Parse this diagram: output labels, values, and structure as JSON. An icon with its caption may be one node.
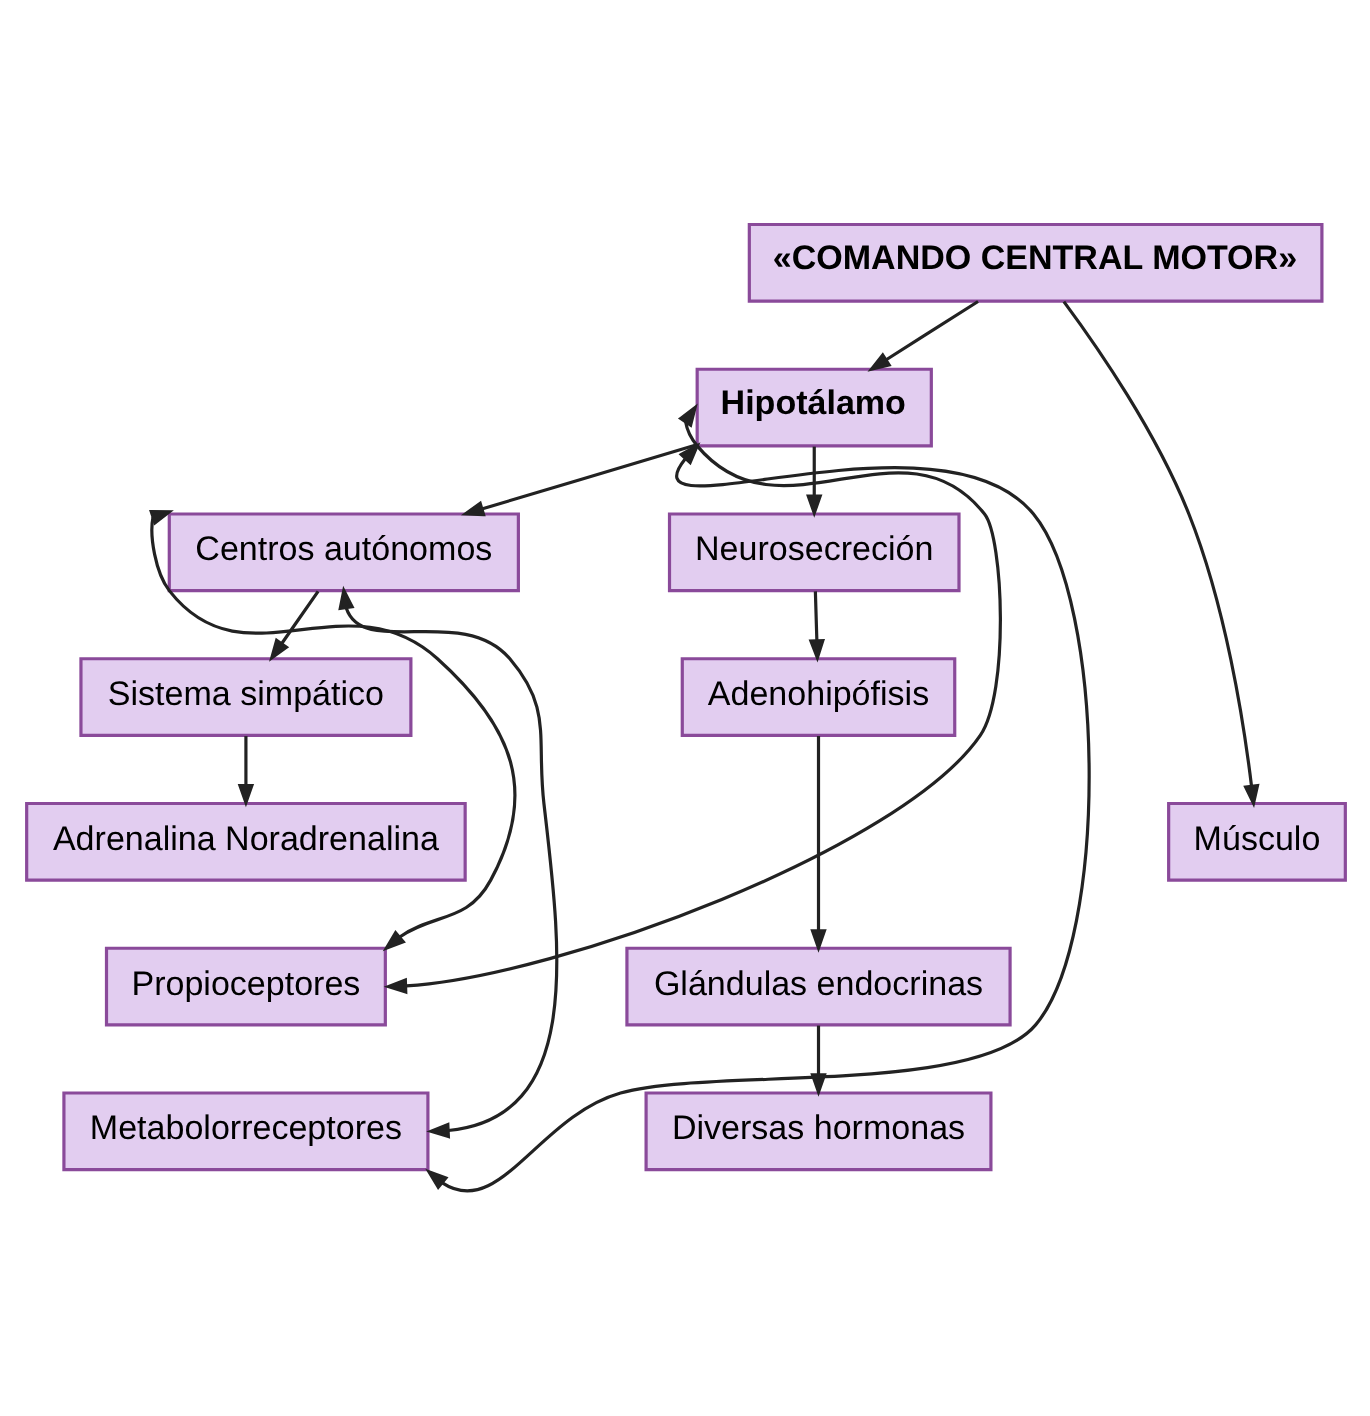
{
  "diagram": {
    "nodes": [
      {
        "text": [
          "«COMANDO CENTRAL MOTOR»"
        ]
      },
      {
        "text": [
          "Hipotálamo"
        ]
      },
      {
        "text": [
          "Centros autónomos"
        ]
      },
      {
        "text": [
          "Neurosecreción"
        ]
      },
      {
        "text": [
          "Sistema simpático"
        ]
      },
      {
        "text": [
          "Adenohipófisis"
        ]
      },
      {
        "text": [
          "Adrenalina Noradrenalina"
        ]
      },
      {
        "text": [
          "Glándulas endocrinas"
        ]
      },
      {
        "text": [
          "Músculo"
        ]
      },
      {
        "text": [
          "Propioceptores"
        ]
      },
      {
        "text": [
          "Metabolorreceptores"
        ]
      },
      {
        "text": [
          "Diversas hormonas"
        ]
      }
    ],
    "edges": [
      {
        "from": 0,
        "to": 1,
        "arrow": "to"
      },
      {
        "from": 0,
        "to": 8,
        "arrow": "to"
      },
      {
        "from": 1,
        "to": 2,
        "arrow": "to"
      },
      {
        "from": 1,
        "to": 3,
        "arrow": "to"
      },
      {
        "from": 2,
        "to": 4,
        "arrow": "to"
      },
      {
        "from": 3,
        "to": 5,
        "arrow": "to"
      },
      {
        "from": 4,
        "to": 6,
        "arrow": "to"
      },
      {
        "from": 5,
        "to": 7,
        "arrow": "to"
      },
      {
        "from": 7,
        "to": 11,
        "arrow": "to"
      },
      {
        "from": 9,
        "to": 1,
        "arrow": "both"
      },
      {
        "from": 9,
        "to": 2,
        "arrow": "both"
      },
      {
        "from": 10,
        "to": 1,
        "arrow": "both"
      },
      {
        "from": 10,
        "to": 2,
        "arrow": "both"
      }
    ]
  }
}
